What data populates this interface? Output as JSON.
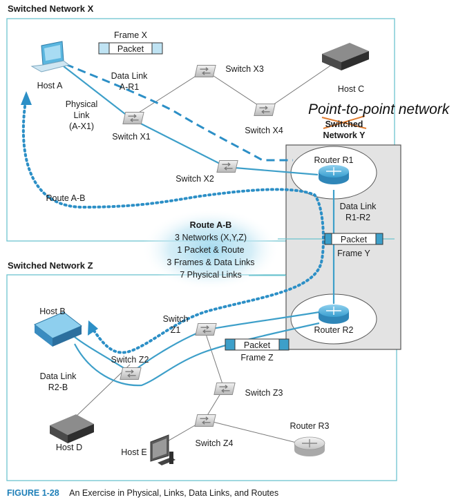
{
  "colors": {
    "frame": "#6cc3cf",
    "link": "#3d9fc9",
    "route": "#2c8fc6",
    "router_fill": "#5ab6df",
    "box_fill": "#e3e3e3",
    "caption_accent": "#1e7fb8"
  },
  "networks": {
    "x_title": "Switched Network X",
    "z_title": "Switched Network Z",
    "y_title_line1": "Switched",
    "y_title_line2": "Network Y",
    "y_handwritten": "Point-to-point network"
  },
  "devices": {
    "host_a": "Host A",
    "host_b": "Host B",
    "host_c": "Host C",
    "host_d": "Host D",
    "host_e": "Host E",
    "switch_x1": "Switch X1",
    "switch_x2": "Switch X2",
    "switch_x3": "Switch X3",
    "switch_x4": "Switch X4",
    "switch_z1_line1": "Switch",
    "switch_z1_line2": "Z1",
    "switch_z2": "Switch Z2",
    "switch_z3": "Switch Z3",
    "switch_z4": "Switch Z4",
    "router_r1": "Router R1",
    "router_r2": "Router R2",
    "router_r3": "Router R3"
  },
  "links": {
    "data_link_a_r1_line1": "Data Link",
    "data_link_a_r1_line2": "A-R1",
    "physical_link_line1": "Physical",
    "physical_link_line2": "Link",
    "physical_link_line3": "(A-X1)",
    "data_link_r1_r2_line1": "Data Link",
    "data_link_r1_r2_line2": "R1-R2",
    "data_link_r2_b_line1": "Data Link",
    "data_link_r2_b_line2": "R2-B",
    "route_a_b_label": "Route A-B"
  },
  "frames": {
    "frame_x_label": "Frame X",
    "frame_y_label": "Frame Y",
    "frame_z_label": "Frame Z",
    "packet_label": "Packet"
  },
  "route_box": {
    "title": "Route A-B",
    "line1": "3 Networks (X,Y,Z)",
    "line2": "1 Packet & Route",
    "line3": "3 Frames & Data Links",
    "line4": "7 Physical Links"
  },
  "caption": {
    "number": "FIGURE 1-28",
    "text": "An Exercise in Physical, Links, Data Links, and Routes"
  }
}
